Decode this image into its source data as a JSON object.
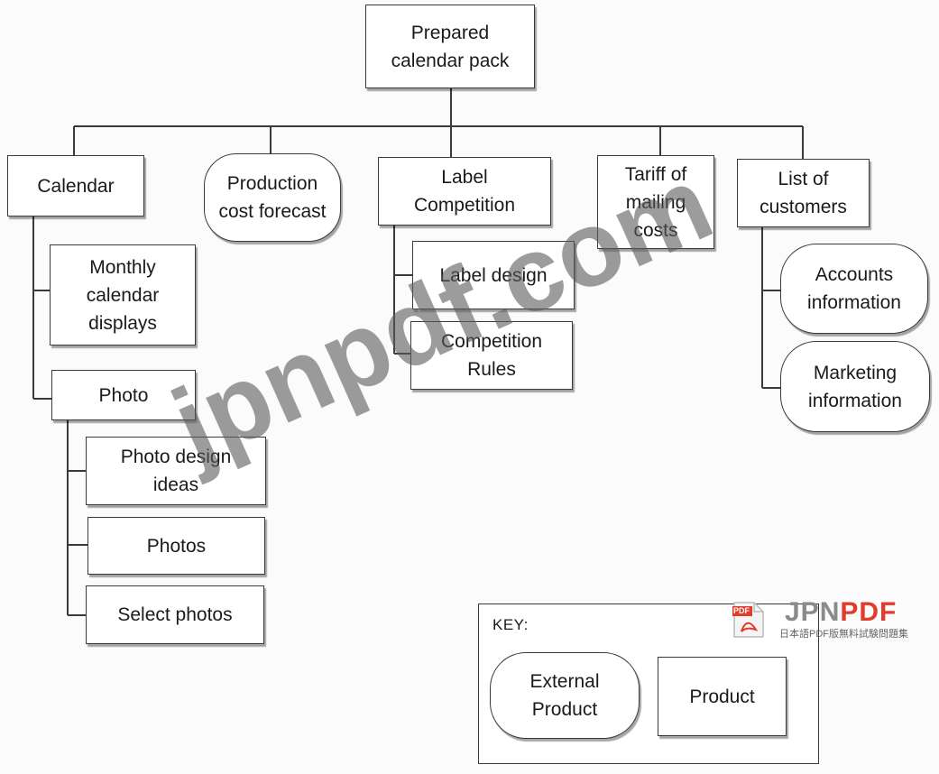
{
  "diagram": {
    "root": {
      "label": "Prepared\ncalendar pack"
    },
    "nodes": {
      "calendar": {
        "label": "Calendar"
      },
      "monthly_calendar_displays": {
        "label": "Monthly\ncalendar\ndisplays"
      },
      "photo": {
        "label": "Photo"
      },
      "photo_design_ideas": {
        "label": "Photo design\nideas"
      },
      "photos": {
        "label": "Photos"
      },
      "select_photos": {
        "label": "Select photos"
      },
      "production_cost_forecast": {
        "label": "Production\ncost forecast"
      },
      "label_competition": {
        "label": "Label\nCompetition"
      },
      "label_design": {
        "label": "Label design"
      },
      "competition_rules": {
        "label": "Competition\nRules"
      },
      "tariff_of_mailing_costs": {
        "label": "Tariff of\nmailing\ncosts"
      },
      "list_of_customers": {
        "label": "List of\ncustomers"
      },
      "accounts_information": {
        "label": "Accounts\ninformation"
      },
      "marketing_information": {
        "label": "Marketing\ninformation"
      }
    },
    "key": {
      "title": "KEY:",
      "external_product": "External\nProduct",
      "product": "Product"
    }
  },
  "watermark": {
    "text": "jpnpdf.com"
  },
  "logo": {
    "badge": "PDF",
    "brand_prefix": "JPN",
    "brand_suffix": "PDF",
    "tagline": "日本語PDF版無料試験問題集"
  }
}
